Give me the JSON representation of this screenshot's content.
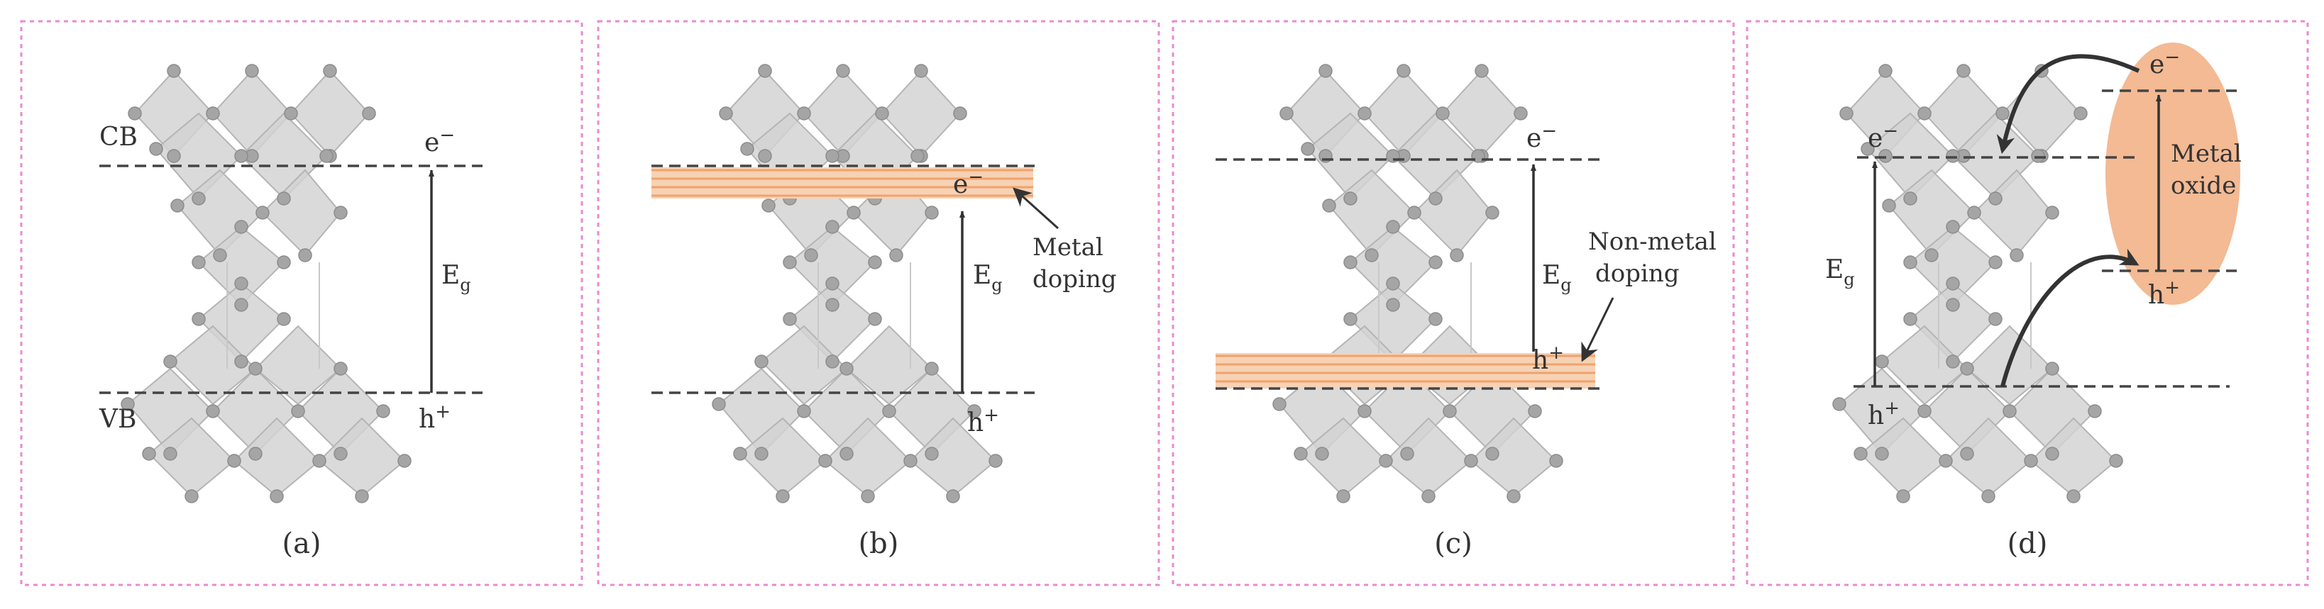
{
  "colors": {
    "frame": "#e98bd0",
    "band_line": "#f0a26b",
    "band_fill": "#f7d2b5",
    "oxide_fill": "#f2b48b",
    "dash": "#444444",
    "crystal_fill": "#d2d2d2",
    "crystal_edge": "#b4b4b4",
    "atom": "#a5a5a5"
  },
  "panels": [
    {
      "caption": "(a)",
      "cb": "CB",
      "vb": "VB",
      "electron": "e",
      "electron_sup": "−",
      "eg": "E",
      "eg_sub": "g",
      "hole": "h",
      "hole_sup": "+"
    },
    {
      "caption": "(b)",
      "electron": "e",
      "electron_sup": "−",
      "eg": "E",
      "eg_sub": "g",
      "hole": "h",
      "hole_sup": "+",
      "annotation_line1": "Metal",
      "annotation_line2": "doping"
    },
    {
      "caption": "(c)",
      "electron": "e",
      "electron_sup": "−",
      "eg": "E",
      "eg_sub": "g",
      "hole": "h",
      "hole_sup": "+",
      "annotation_line1": "Non-metal",
      "annotation_line2": "doping"
    },
    {
      "caption": "(d)",
      "electron": "e",
      "electron_sup": "−",
      "eg": "E",
      "eg_sub": "g",
      "hole": "h",
      "hole_sup": "+",
      "oxide_electron": "e",
      "oxide_electron_sup": "−",
      "oxide_hole": "h",
      "oxide_hole_sup": "+",
      "annotation_line1": "Metal",
      "annotation_line2": "oxide"
    }
  ]
}
